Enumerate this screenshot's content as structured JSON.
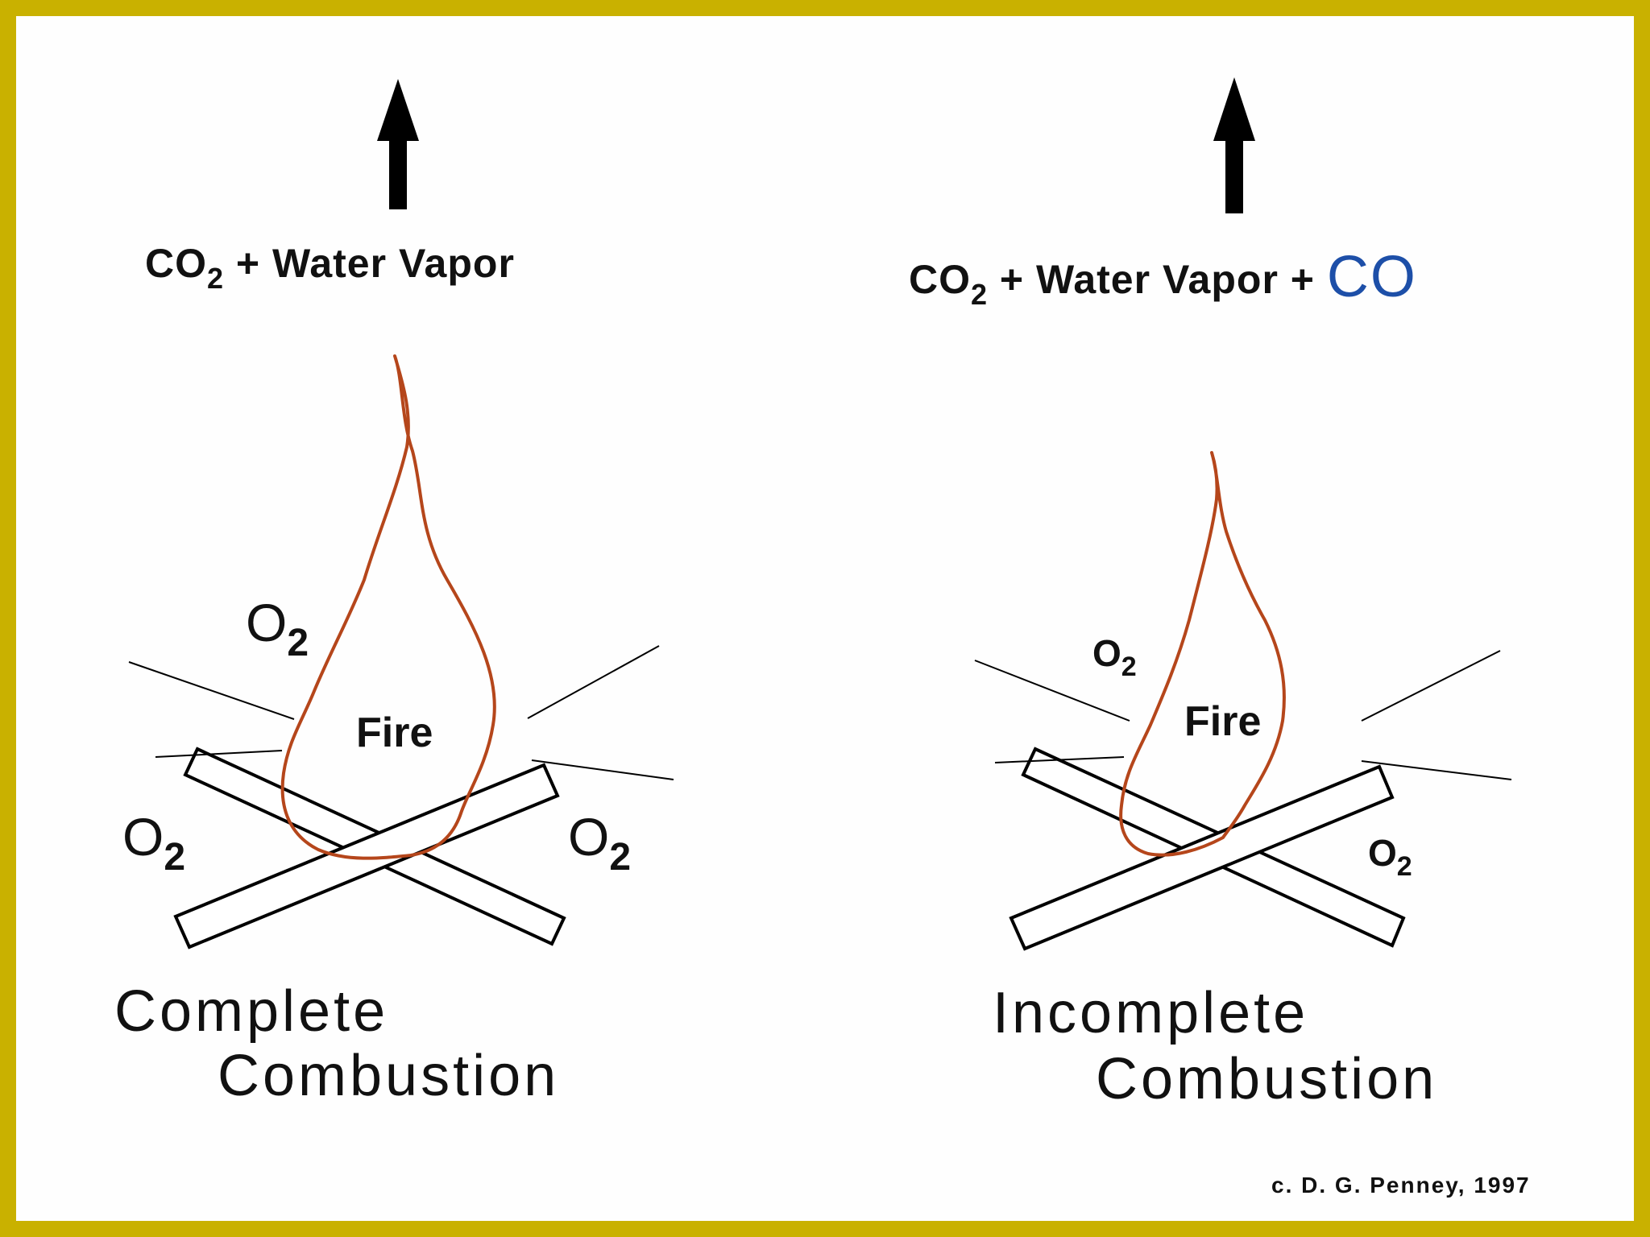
{
  "colors": {
    "frame": "#c9b100",
    "flame": "#b5461b",
    "co_text": "#1d4fa8",
    "ink": "#111111"
  },
  "left": {
    "product_co2": "CO",
    "product_co2_sub": "2",
    "product_rest": " + Water Vapor",
    "flame_label": "Fire",
    "oxygen_top": "O",
    "oxygen_top_sub": "2",
    "oxygen_left": "O",
    "oxygen_left_sub": "2",
    "oxygen_right": "O",
    "oxygen_right_sub": "2",
    "title_line1": "Complete",
    "title_line2": "Combustion"
  },
  "right": {
    "product_co2": "CO",
    "product_co2_sub": "2",
    "product_rest": " + Water Vapor + ",
    "product_co": "CO",
    "flame_label": "Fire",
    "oxygen_top": "O",
    "oxygen_top_sub": "2",
    "oxygen_right": "O",
    "oxygen_right_sub": "2",
    "title_line1": "Incomplete",
    "title_line2": "Combustion"
  },
  "credit": "c. D. G. Penney, 1997"
}
